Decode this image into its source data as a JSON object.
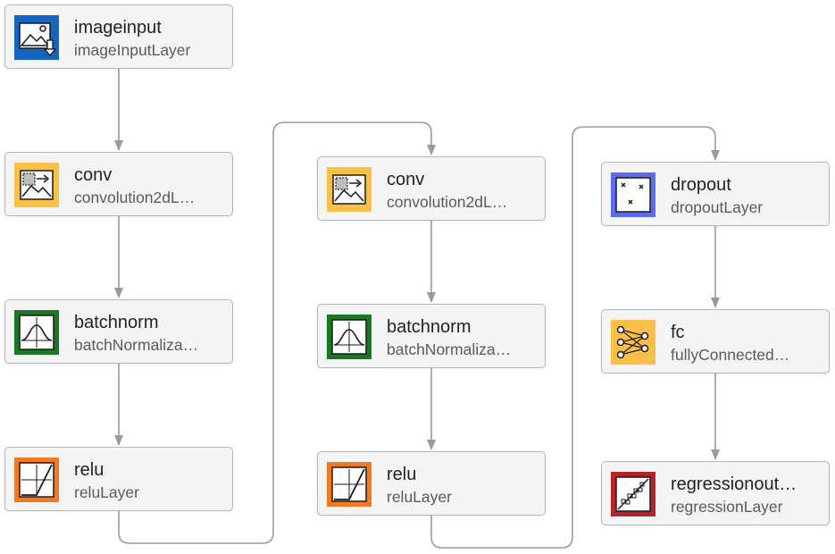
{
  "colors": {
    "input_icon": "#1565c0",
    "conv_icon": "#f9bf47",
    "norm_icon": "#157a21",
    "relu_icon": "#f37a20",
    "dropout_icon": "#5b6cf3",
    "fc_icon": "#f9bf47",
    "output_icon": "#b3242a",
    "wire": "#9a9a9a"
  },
  "layers": [
    {
      "name": "imageinput",
      "type": "imageInputLayer",
      "icon": "image-input-icon"
    },
    {
      "name": "conv",
      "type": "convolution2dL…",
      "icon": "convolution-icon"
    },
    {
      "name": "batchnorm",
      "type": "batchNormaliza…",
      "icon": "batch-normalization-icon"
    },
    {
      "name": "relu",
      "type": "reluLayer",
      "icon": "relu-icon"
    },
    {
      "name": "conv",
      "type": "convolution2dL…",
      "icon": "convolution-icon"
    },
    {
      "name": "batchnorm",
      "type": "batchNormaliza…",
      "icon": "batch-normalization-icon"
    },
    {
      "name": "relu",
      "type": "reluLayer",
      "icon": "relu-icon"
    },
    {
      "name": "dropout",
      "type": "dropoutLayer",
      "icon": "dropout-icon"
    },
    {
      "name": "fc",
      "type": "fullyConnected…",
      "icon": "fully-connected-icon"
    },
    {
      "name": "regressionout…",
      "type": "regressionLayer",
      "icon": "regression-output-icon"
    }
  ],
  "connections": [
    [
      0,
      1
    ],
    [
      1,
      2
    ],
    [
      2,
      3
    ],
    [
      3,
      4
    ],
    [
      4,
      5
    ],
    [
      5,
      6
    ],
    [
      6,
      7
    ],
    [
      7,
      8
    ],
    [
      8,
      9
    ]
  ]
}
